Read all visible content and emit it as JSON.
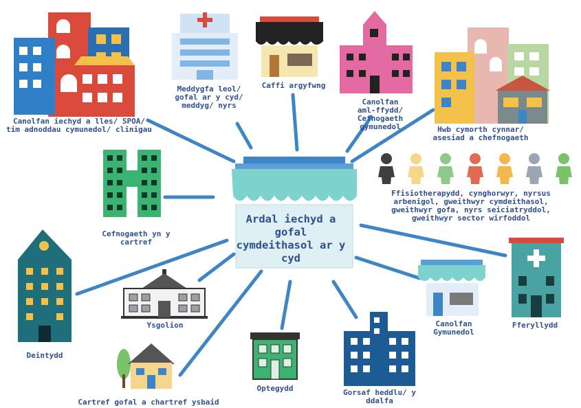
{
  "hub": {
    "title": "Ardal iechyd a gofal cymdeithasol ar y cyd"
  },
  "nodes": [
    {
      "id": "wellbeing",
      "label": "Canolfan iechyd a lles/ SPOA/ tim adnoddau cymunedol/ clinigau"
    },
    {
      "id": "gp",
      "label": "Meddygfa leol/ gofal ar y cyd/ meddyg/ nyrs"
    },
    {
      "id": "cafe",
      "label": "Caffi argyfwng"
    },
    {
      "id": "multi",
      "label": "Canolfan aml-ffydd/ Cefnogaeth gymunedol"
    },
    {
      "id": "hub-support",
      "label": "Hwb cymorth cynnar/ asesiad a chefnogaeth"
    },
    {
      "id": "staff",
      "label": "Ffisiotherapydd, cynghorwyr, nyrsus arbenigol, gweithwyr cymdeithasol, gweithwyr gofa, nyrs seiciatryddol, gweithwyr sector wirfoddol"
    },
    {
      "id": "home-support",
      "label": "Cefnogaeth yn y cartref"
    },
    {
      "id": "dentist",
      "label": "Deintydd"
    },
    {
      "id": "schools",
      "label": "Ysgolion"
    },
    {
      "id": "care-home",
      "label": "Cartref gofal a chartref ysbaid"
    },
    {
      "id": "optician",
      "label": "Optegydd"
    },
    {
      "id": "police",
      "label": "Gorsaf heddlu/ y ddalfa"
    },
    {
      "id": "community",
      "label": "Canolfan Gymunedol"
    },
    {
      "id": "pharmacy",
      "label": "Fferyllydd"
    }
  ],
  "colors": {
    "connector": "#3d85c6",
    "label": "#2f4f8f",
    "awning": "#7fd3cf",
    "teal_building": "#1f6f7a",
    "green_building": "#3cb371",
    "pink_building": "#e26aa0",
    "navy_building": "#1d5b94",
    "red_building": "#d94a3a"
  },
  "people_colors": [
    "#3f3f3f",
    "#f6d68a",
    "#8fc98a",
    "#e06b52",
    "#f2b84b",
    "#9aa6b2",
    "#7ac36a"
  ]
}
